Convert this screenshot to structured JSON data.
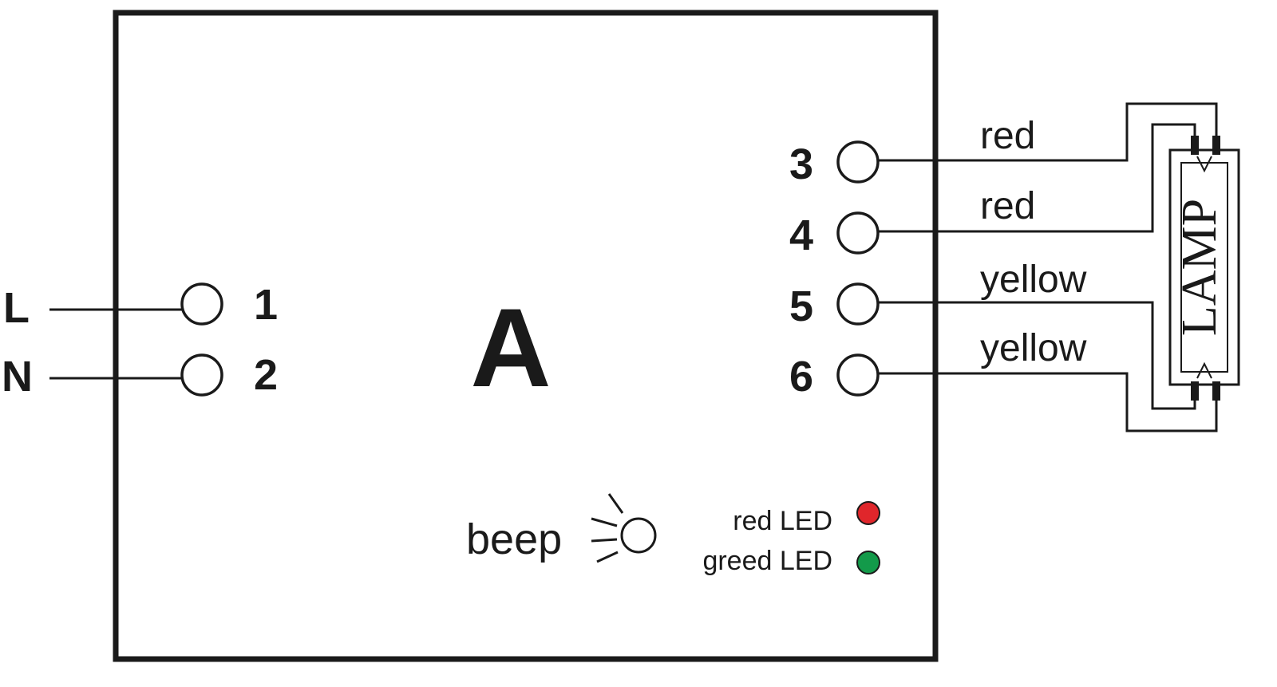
{
  "device": {
    "label": "A"
  },
  "inputs": [
    {
      "wire": "L",
      "terminal": "1"
    },
    {
      "wire": "N",
      "terminal": "2"
    }
  ],
  "outputs": [
    {
      "terminal": "3",
      "wire_color": "red"
    },
    {
      "terminal": "4",
      "wire_color": "red"
    },
    {
      "terminal": "5",
      "wire_color": "yellow"
    },
    {
      "terminal": "6",
      "wire_color": "yellow"
    }
  ],
  "lamp": {
    "label": "LAMP"
  },
  "indicators": {
    "beep": "beep",
    "red_led": "red LED",
    "green_led": "greed LED",
    "red_led_color": "#e0262b",
    "green_led_color": "#139a4a"
  },
  "colors": {
    "line": "#1a1a1a",
    "background": "#ffffff"
  }
}
